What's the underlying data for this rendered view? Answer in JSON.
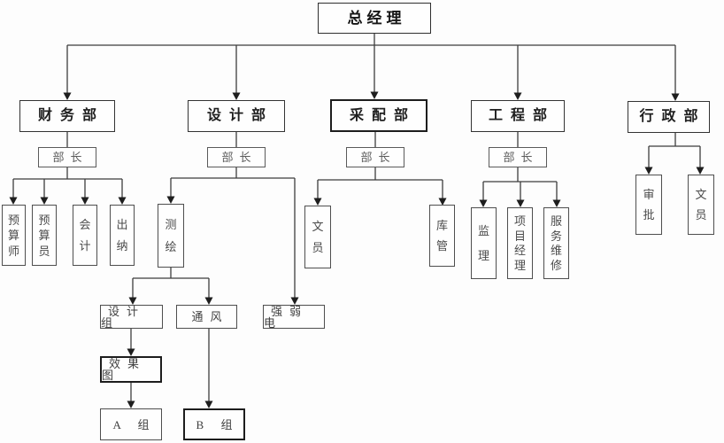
{
  "root": {
    "label": "总经理"
  },
  "departments": [
    {
      "label": "财务部",
      "head": "部长",
      "children": [
        {
          "label": "预算师"
        },
        {
          "label": "预算员"
        },
        {
          "label": "会计"
        },
        {
          "label": "出纳"
        }
      ]
    },
    {
      "label": "设计部",
      "head": "部长",
      "children": [
        {
          "label": "测绘",
          "children": [
            {
              "label": "设计组",
              "children": [
                {
                  "label": "效果图",
                  "children": [
                    {
                      "label": "A 组"
                    }
                  ]
                }
              ]
            },
            {
              "label": "通风",
              "children": [
                {
                  "label": "B 组"
                }
              ]
            }
          ]
        },
        {
          "label": "强弱电"
        }
      ]
    },
    {
      "label": "采配部",
      "head": "部长",
      "children": [
        {
          "label": "文员"
        },
        {
          "label": "库管"
        }
      ]
    },
    {
      "label": "工程部",
      "head": "部长",
      "children": [
        {
          "label": "监理"
        },
        {
          "label": "项目经理"
        },
        {
          "label": "服务维修"
        }
      ]
    },
    {
      "label": "行政部",
      "children": [
        {
          "label": "审批"
        },
        {
          "label": "文员"
        }
      ]
    }
  ],
  "colors": {
    "line": "#3d3d3d",
    "arrow": "#1e1e1e",
    "background": "#fdfdfd"
  }
}
